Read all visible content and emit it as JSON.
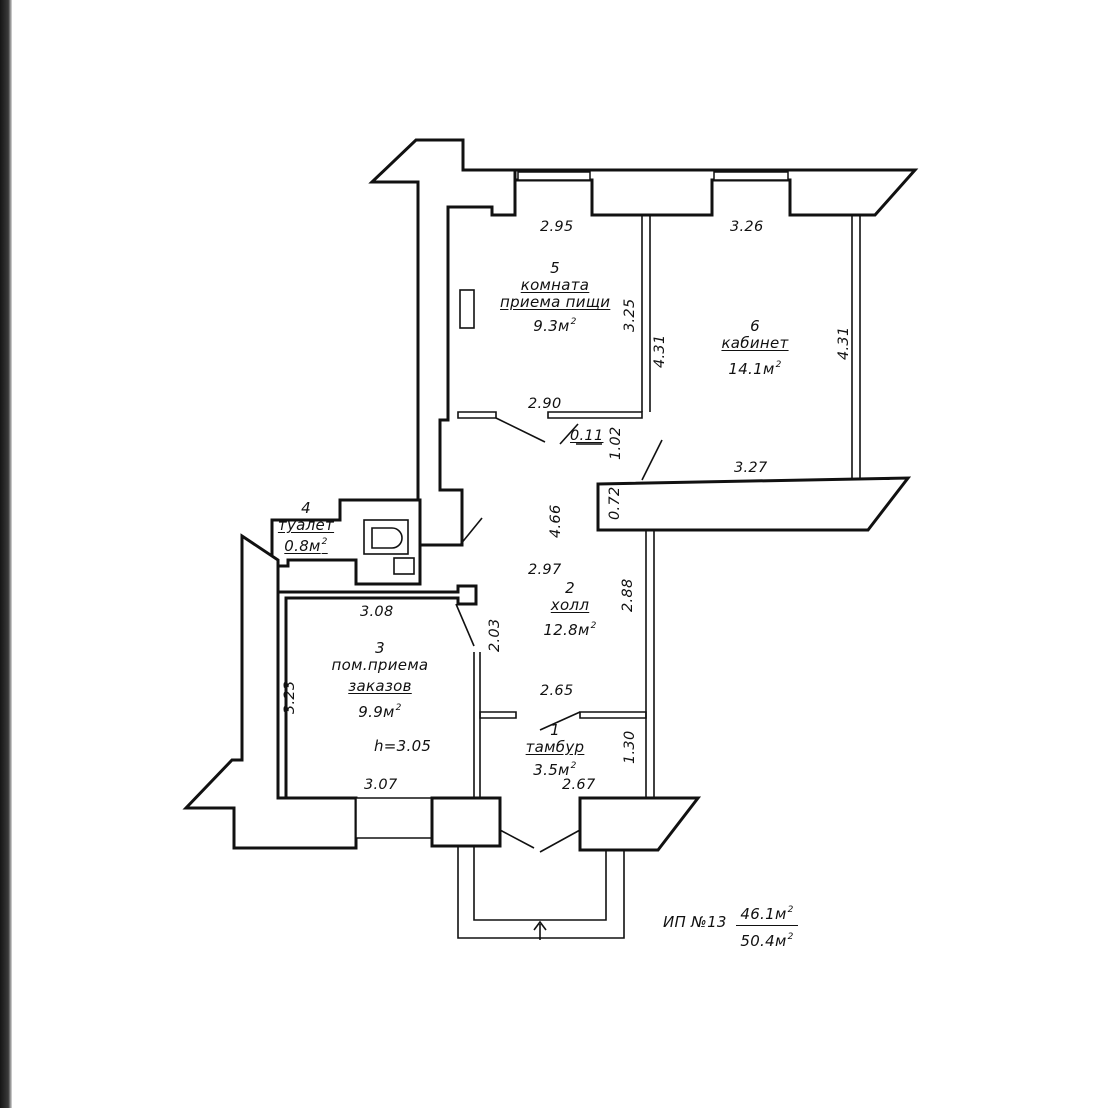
{
  "rooms": [
    {
      "num": "1",
      "name": "тамбур",
      "area": "3.5м",
      "sup": "2"
    },
    {
      "num": "2",
      "name": "холл",
      "area": "12.8м",
      "sup": "2"
    },
    {
      "num": "3",
      "name1": "пом.приема",
      "name2": "заказов",
      "area": "9.9м",
      "sup": "2",
      "height": "h=3.05"
    },
    {
      "num": "4",
      "name": "туалет",
      "area": "0.8м",
      "sup": "2"
    },
    {
      "num": "5",
      "name1": "комната",
      "name2": "приема пищи",
      "area": "9.3м",
      "sup": "2"
    },
    {
      "num": "6",
      "name": "кабинет",
      "area": "14.1м",
      "sup": "2"
    }
  ],
  "dimensions": {
    "d_2_95": "2.95",
    "d_3_26": "3.26",
    "d_3_25": "3.25",
    "d_4_31_a": "4.31",
    "d_4_31_b": "4.31",
    "d_2_90": "2.90",
    "d_0_11": "0.11",
    "d_1_02": "1.02",
    "d_3_27": "3.27",
    "d_0_72": "0.72",
    "d_4_66": "4.66",
    "d_2_97": "2.97",
    "d_2_88": "2.88",
    "d_3_08": "3.08",
    "d_2_03": "2.03",
    "d_3_23": "3.23",
    "d_2_65": "2.65",
    "d_1_30": "1.30",
    "d_3_07": "3.07",
    "d_2_67": "2.67"
  },
  "summary": {
    "label": "ИП №13",
    "area_top": "46.1м",
    "area_bottom": "50.4м",
    "sup": "2"
  }
}
